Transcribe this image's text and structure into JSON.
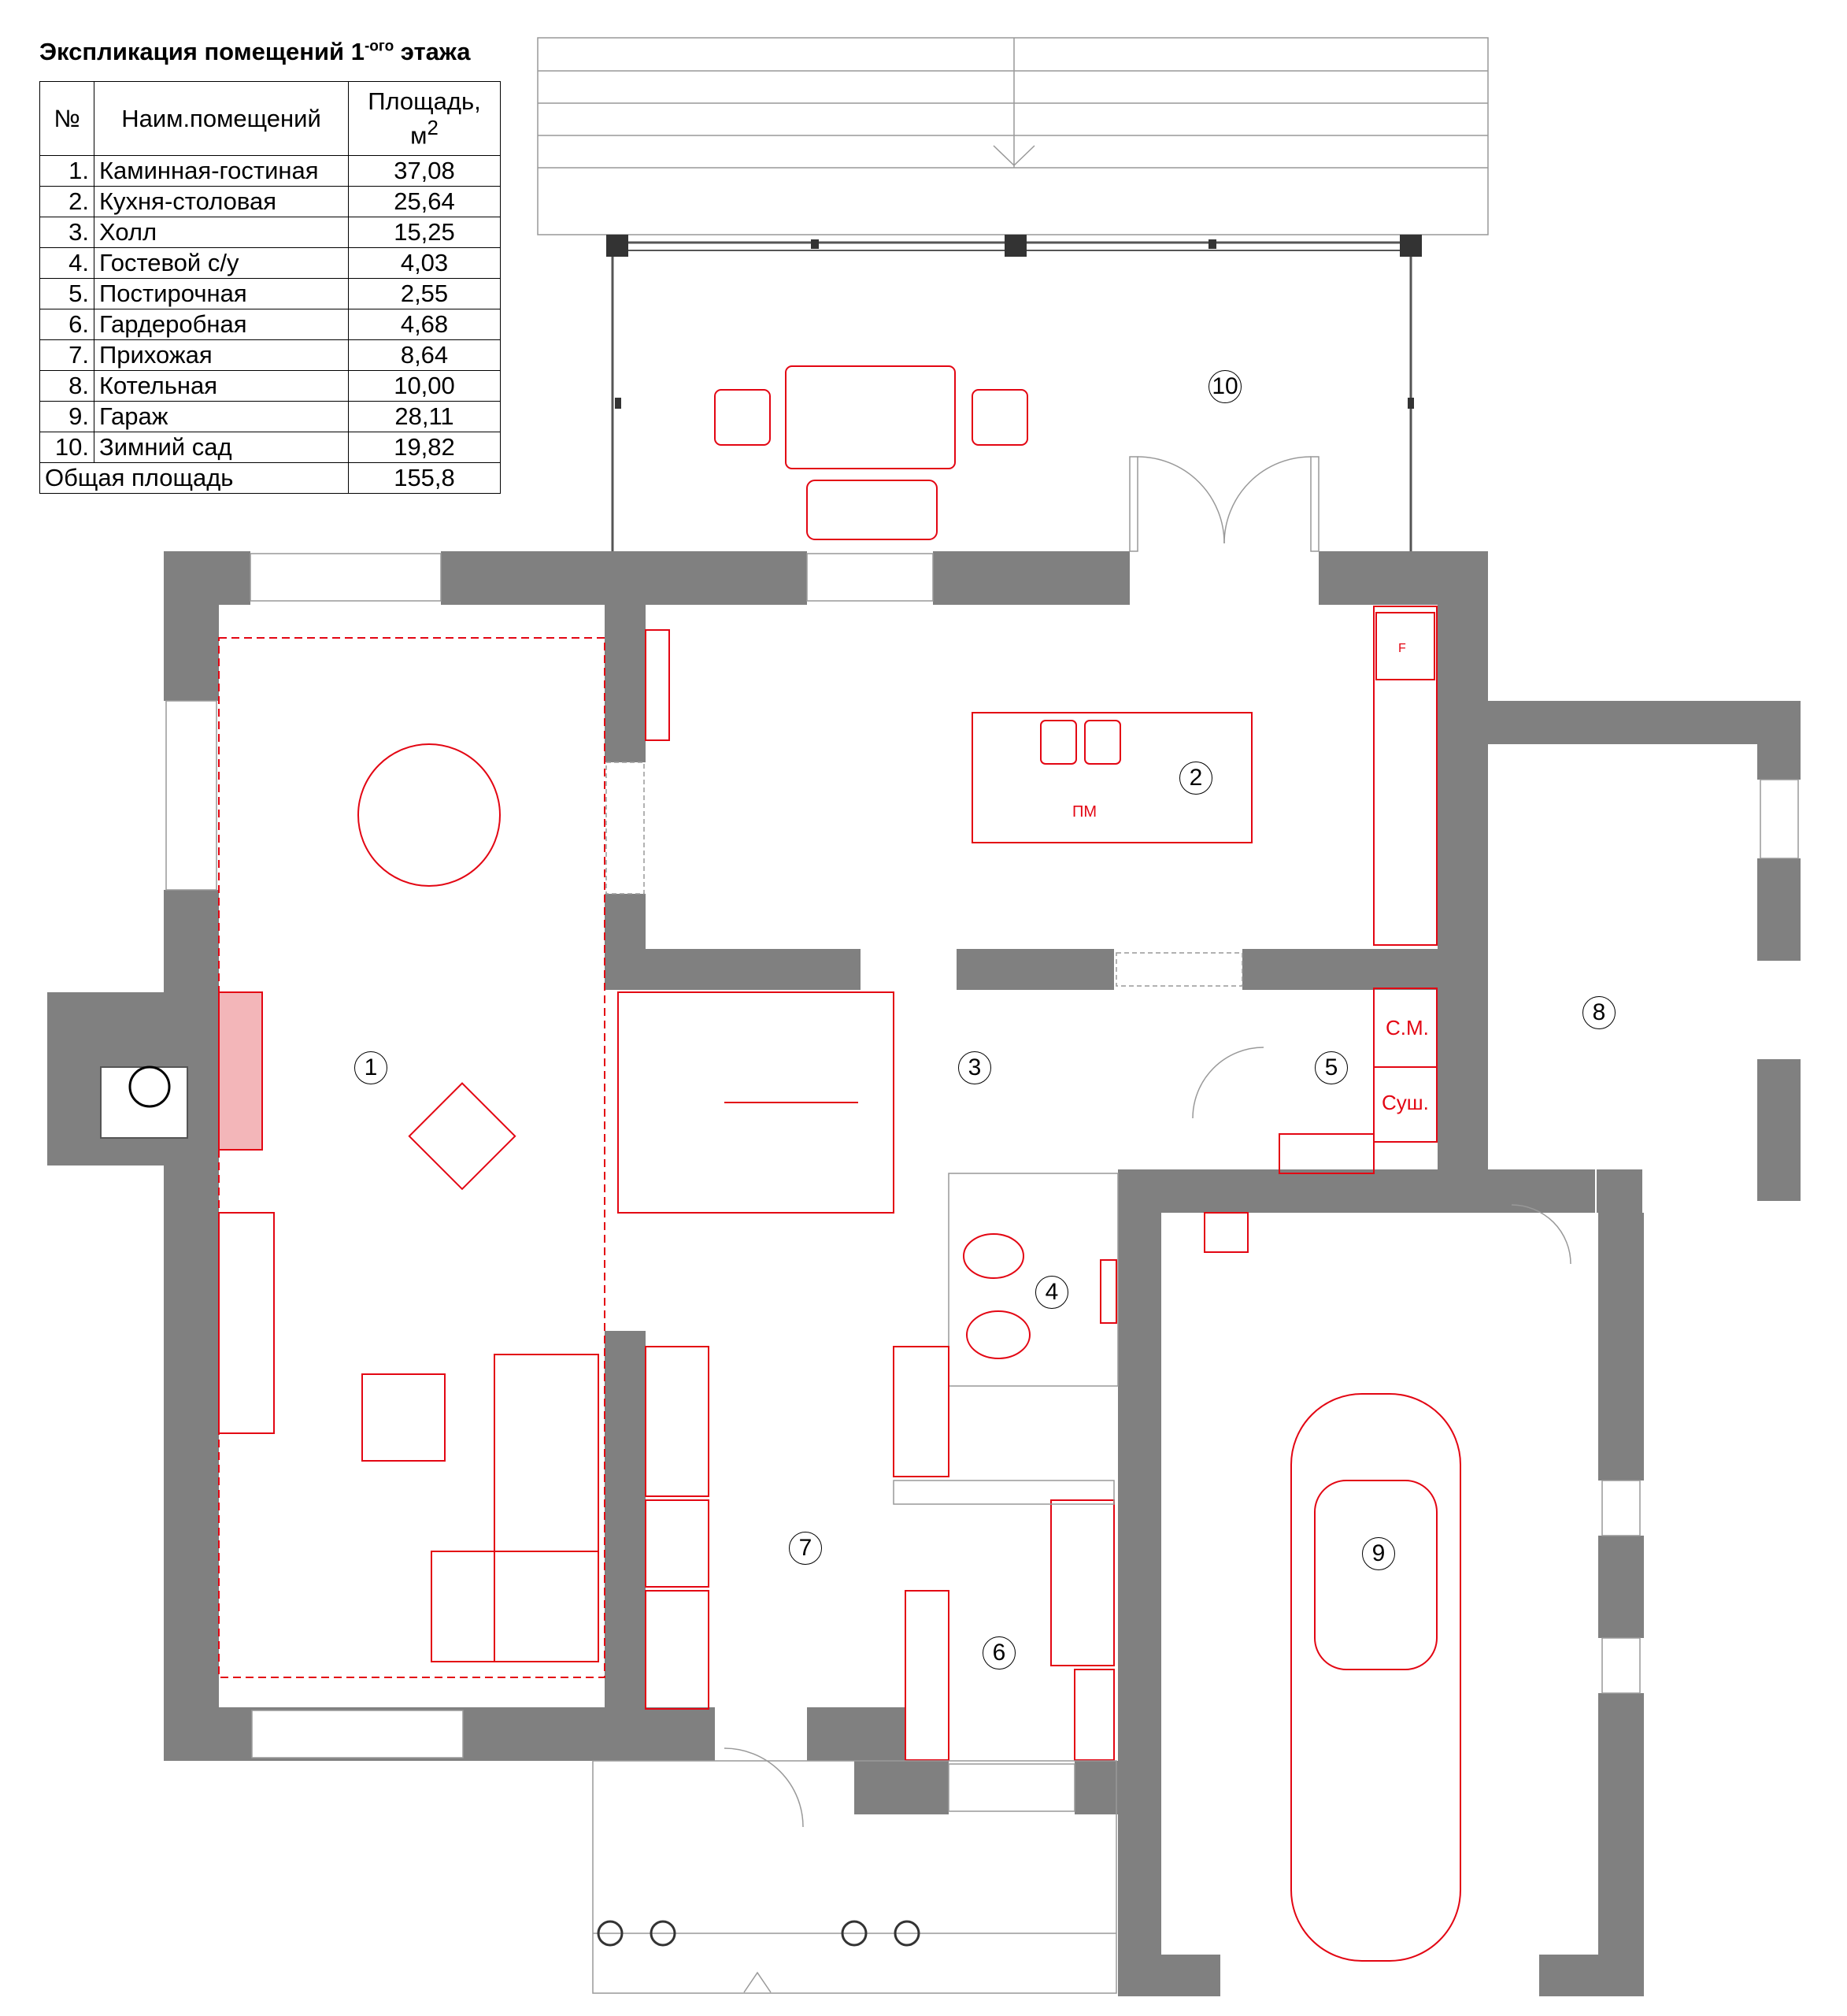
{
  "table": {
    "title": "Экспликация помещений 1",
    "title_sup": "-ого",
    "title_tail": " этажа",
    "headers": {
      "num": "№",
      "name": "Наим.помещений",
      "area": "Площадь,",
      "area_unit": "м",
      "area_unit_sup": "2"
    },
    "rows": [
      {
        "num": "1.",
        "name": "Каминная-гостиная",
        "area": "37,08"
      },
      {
        "num": "2.",
        "name": "Кухня-столовая",
        "area": "25,64"
      },
      {
        "num": "3.",
        "name": "Холл",
        "area": "15,25"
      },
      {
        "num": "4.",
        "name": "Гостевой с/у",
        "area": "4,03"
      },
      {
        "num": "5.",
        "name": "Постирочная",
        "area": "2,55"
      },
      {
        "num": "6.",
        "name": "Гардеробная",
        "area": "4,68"
      },
      {
        "num": "7.",
        "name": "Прихожая",
        "area": "8,64"
      },
      {
        "num": "8.",
        "name": "Котельная",
        "area": "10,00"
      },
      {
        "num": "9.",
        "name": "Гараж",
        "area": "28,11"
      },
      {
        "num": "10.",
        "name": "Зимний сад",
        "area": "19,82"
      }
    ],
    "total_label": "Общая площадь",
    "total_area": "155,8"
  },
  "rooms": {
    "r1": "1",
    "r2": "2",
    "r3": "3",
    "r4": "4",
    "r5": "5",
    "r6": "6",
    "r7": "7",
    "r8": "8",
    "r9": "9",
    "r10": "10"
  },
  "fixtures": {
    "island": "ПМ",
    "washer": "С.М.",
    "dryer": "Суш.",
    "fridge": "F"
  },
  "colors": {
    "wall": "#808080",
    "furniture": "#e30613",
    "fireplace": "#f3b6b9"
  }
}
